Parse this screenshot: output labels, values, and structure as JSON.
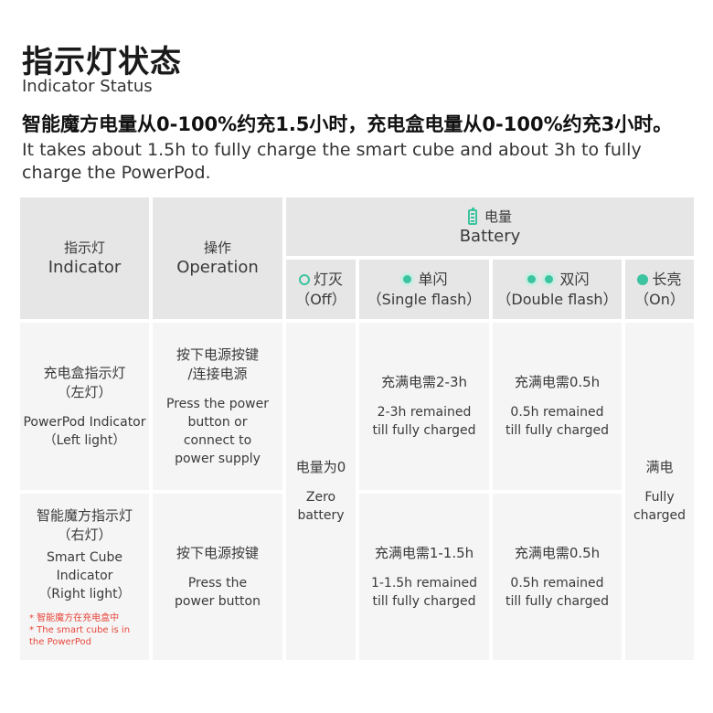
{
  "header": {
    "title_zh": "指示灯状态",
    "title_en": "Indicator Status",
    "desc_zh": "智能魔方电量从0-100%约充1.5小时，充电盒电量从0-100%约充3小时。",
    "desc_en": "It takes about 1.5h to fully charge the smart cube and about 3h to fully charge the PowerPod."
  },
  "table": {
    "col_indicator": {
      "zh": "指示灯",
      "en": "Indicator"
    },
    "col_operation": {
      "zh": "操作",
      "en": "Operation"
    },
    "col_battery": {
      "zh": "电量",
      "en": "Battery",
      "icon": "battery-icon"
    },
    "states": [
      {
        "zh": "灯灭",
        "en": "（Off）",
        "icon": "ring-dot-icon"
      },
      {
        "zh": "单闪",
        "en": "（Single flash）",
        "icon": "flash-dot-icon"
      },
      {
        "zh": "双闪",
        "en": "（Double flash）",
        "icon": "double-flash-dot-icon"
      },
      {
        "zh": "长亮",
        "en": "（On）",
        "icon": "solid-dot-icon"
      }
    ],
    "rows": [
      {
        "indicator_zh": "充电盒指示灯",
        "indicator_zh2": "（左灯）",
        "indicator_en": "PowerPod Indicator",
        "indicator_en2": "（Left light）",
        "operation_zh": "按下电源按键",
        "operation_zh2": "/连接电源",
        "operation_en": "Press the power button or connect to power supply",
        "single_zh": "充满电需2-3h",
        "single_en": "2-3h remained till fully charged",
        "double_zh": "充满电需0.5h",
        "double_en": "0.5h remained till fully charged"
      },
      {
        "indicator_zh": "智能魔方指示灯",
        "indicator_zh2": "（右灯）",
        "indicator_en": "Smart Cube Indicator",
        "indicator_en2": "（Right light）",
        "note_zh": "* 智能魔方在充电盒中",
        "note_en": "* The smart cube is in the PowerPod",
        "operation_zh": "按下电源按键",
        "operation_en": "Press the power button",
        "single_zh": "充满电需1-1.5h",
        "single_en": "1-1.5h remained till fully charged",
        "double_zh": "充满电需0.5h",
        "double_en": "0.5h remained till fully charged"
      }
    ],
    "off_zh": "电量为0",
    "off_en": "Zero battery",
    "on_zh": "满电",
    "on_en": "Fully charged"
  },
  "colors": {
    "accent": "#3cc3a0",
    "note": "#e8473c",
    "header_bg": "#e6e6e6",
    "cell_bg": "#f5f5f5"
  }
}
